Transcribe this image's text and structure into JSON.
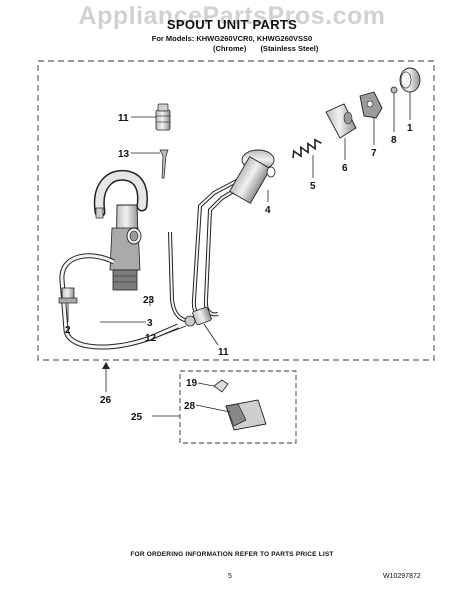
{
  "watermark": "AppliancePartsPros.com",
  "header": {
    "title": "SPOUT UNIT PARTS",
    "models_line": "For Models: KHWG260VCR0, KHWG260VSS0",
    "finish_1": "(Chrome)",
    "finish_2": "(Stainless Steel)"
  },
  "callouts": {
    "c1": "1",
    "c2": "2",
    "c3": "3",
    "c4": "4",
    "c5": "5",
    "c6": "6",
    "c7": "7",
    "c8": "8",
    "c11a": "11",
    "c11b": "11",
    "c12": "12",
    "c13": "13",
    "c19": "19",
    "c23": "23",
    "c25": "25",
    "c26": "26",
    "c28": "28"
  },
  "footer": {
    "ordering": "FOR ORDERING INFORMATION REFER TO PARTS PRICE LIST",
    "page": "5",
    "doc_number": "W10297872"
  },
  "colors": {
    "line": "#222222",
    "part_fill": "#d9d9d9",
    "part_dark": "#8a8a8a",
    "watermark": "#d2d2d2"
  }
}
